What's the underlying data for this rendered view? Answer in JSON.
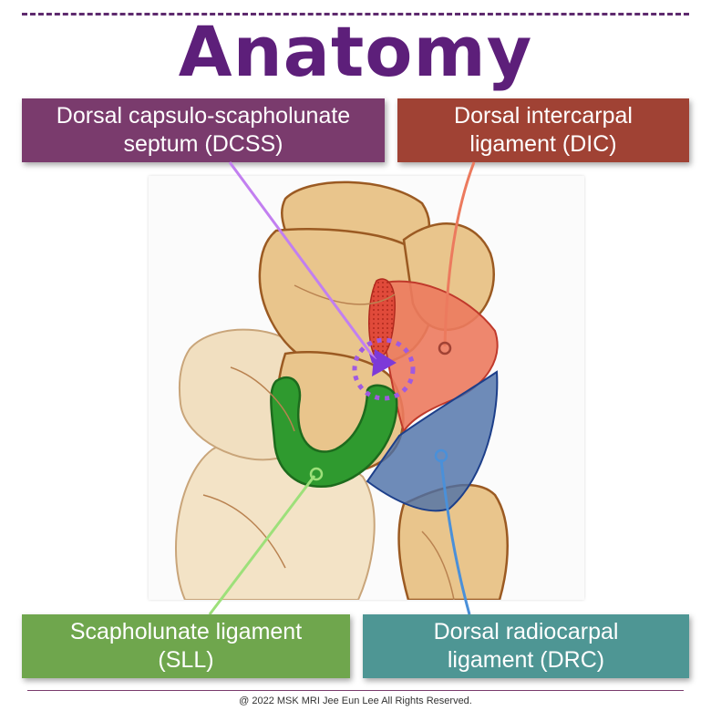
{
  "title": "Anatomy",
  "labels": {
    "dcss": {
      "line1": "Dorsal capsulo-scapholunate",
      "line2": "septum (DCSS)",
      "color": "#7a3b6d"
    },
    "dic": {
      "line1": "Dorsal intercarpal",
      "line2": "ligament (DIC)",
      "color": "#a04234"
    },
    "sll": {
      "line1": "Scapholunate ligament",
      "line2": "(SLL)",
      "color": "#6fa64d"
    },
    "drc": {
      "line1": "Dorsal radiocarpal",
      "line2": "ligament (DRC)",
      "color": "#4e9694"
    }
  },
  "colors": {
    "title": "#5d1f7a",
    "bone": "#e9c58c",
    "bone_outline": "#9b5a22",
    "sll": "#2f9a2f",
    "dic": "#ec7a5e",
    "drc": "#4b6fa8",
    "dcss": "#7d3ad8"
  },
  "footer": "@ 2022 MSK MRI Jee Eun Lee All Rights Reserved."
}
